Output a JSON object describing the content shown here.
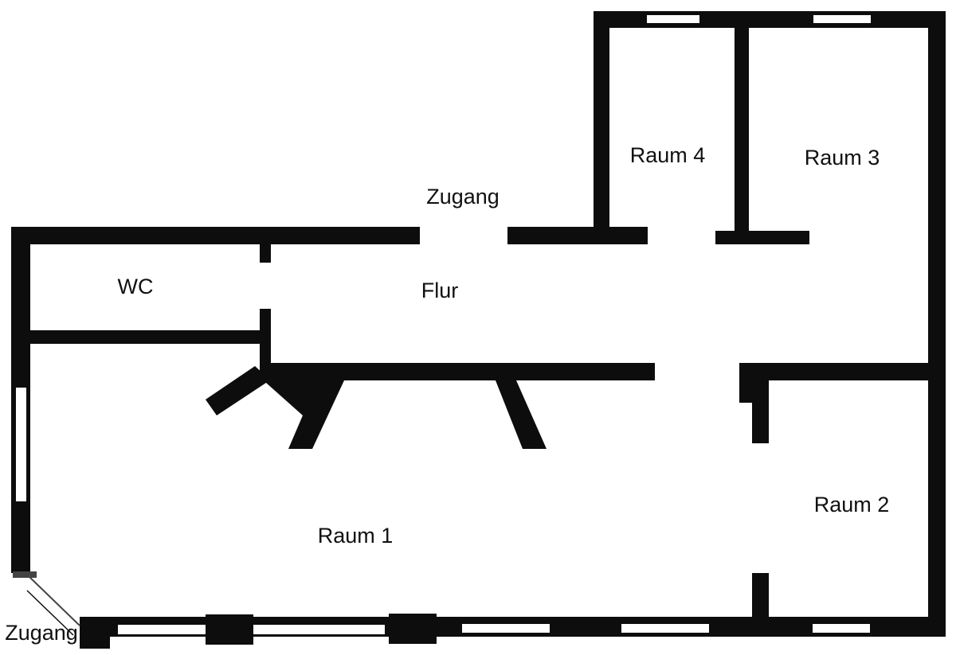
{
  "title": "Grundriss",
  "rooms": {
    "raum1": "Raum 1",
    "raum2": "Raum 2",
    "raum3": "Raum 3",
    "raum4": "Raum 4",
    "wc": "WC",
    "flur": "Flur"
  },
  "entrances": {
    "top": "Zugang",
    "bottom_left": "Zugang"
  },
  "colors": {
    "wall": "#0d0d0d",
    "background": "#ffffff"
  }
}
